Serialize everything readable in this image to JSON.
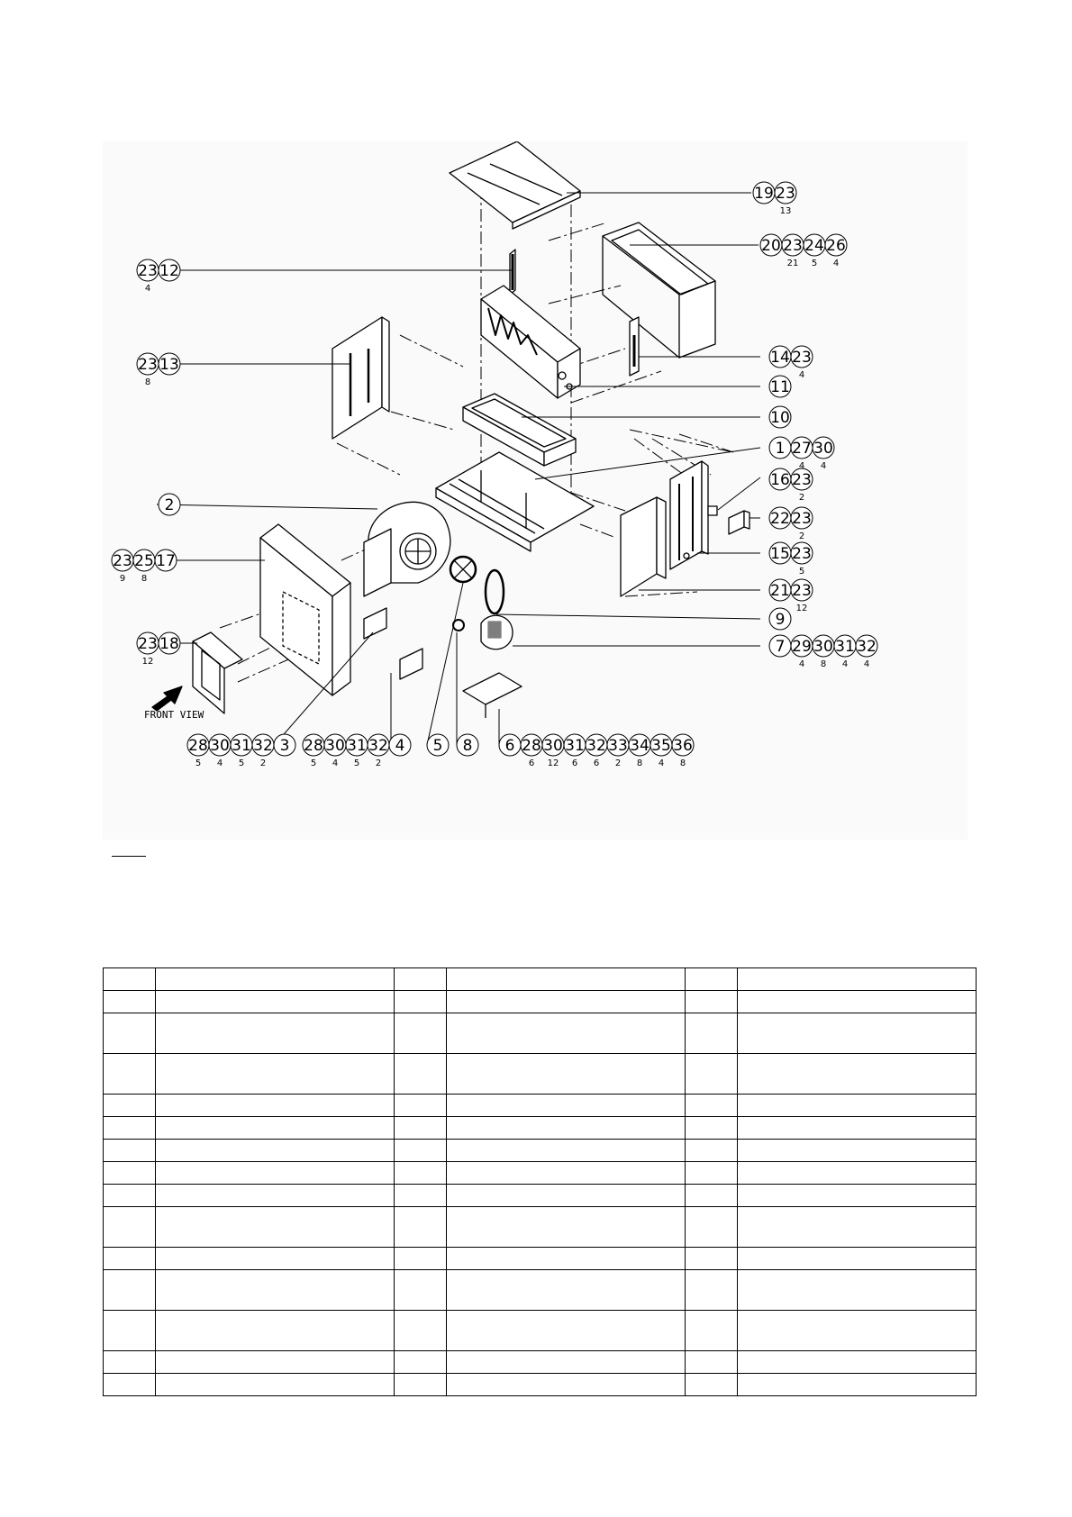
{
  "diagram": {
    "front_view_label": "FRONT VIEW",
    "callouts": [
      {
        "id": "c19",
        "items": [
          {
            "n": "19",
            "q": ""
          },
          {
            "n": "23",
            "q": "13"
          }
        ]
      },
      {
        "id": "c20",
        "items": [
          {
            "n": "20",
            "q": ""
          },
          {
            "n": "23",
            "q": "21"
          },
          {
            "n": "24",
            "q": "5"
          },
          {
            "n": "26",
            "q": "4"
          }
        ]
      },
      {
        "id": "c12",
        "items": [
          {
            "n": "23",
            "q": "4"
          },
          {
            "n": "12",
            "q": ""
          }
        ]
      },
      {
        "id": "c13",
        "items": [
          {
            "n": "23",
            "q": "8"
          },
          {
            "n": "13",
            "q": ""
          }
        ]
      },
      {
        "id": "c14",
        "items": [
          {
            "n": "14",
            "q": ""
          },
          {
            "n": "23",
            "q": "4"
          }
        ]
      },
      {
        "id": "c11",
        "items": [
          {
            "n": "11",
            "q": ""
          }
        ]
      },
      {
        "id": "c10",
        "items": [
          {
            "n": "10",
            "q": ""
          }
        ]
      },
      {
        "id": "c1",
        "items": [
          {
            "n": "1",
            "q": ""
          },
          {
            "n": "27",
            "q": "4"
          },
          {
            "n": "30",
            "q": "4"
          }
        ]
      },
      {
        "id": "c16",
        "items": [
          {
            "n": "16",
            "q": ""
          },
          {
            "n": "23",
            "q": "2"
          }
        ]
      },
      {
        "id": "c2",
        "items": [
          {
            "n": "2",
            "q": ""
          }
        ]
      },
      {
        "id": "c22",
        "items": [
          {
            "n": "22",
            "q": ""
          },
          {
            "n": "23",
            "q": "2"
          }
        ]
      },
      {
        "id": "c17",
        "items": [
          {
            "n": "23",
            "q": "9"
          },
          {
            "n": "25",
            "q": "8"
          },
          {
            "n": "17",
            "q": ""
          }
        ]
      },
      {
        "id": "c15",
        "items": [
          {
            "n": "15",
            "q": ""
          },
          {
            "n": "23",
            "q": "5"
          }
        ]
      },
      {
        "id": "c21",
        "items": [
          {
            "n": "21",
            "q": ""
          },
          {
            "n": "23",
            "q": "12"
          }
        ]
      },
      {
        "id": "c9",
        "items": [
          {
            "n": "9",
            "q": ""
          }
        ]
      },
      {
        "id": "c18",
        "items": [
          {
            "n": "23",
            "q": "12"
          },
          {
            "n": "18",
            "q": ""
          }
        ]
      },
      {
        "id": "c7",
        "items": [
          {
            "n": "7",
            "q": ""
          },
          {
            "n": "29",
            "q": "4"
          },
          {
            "n": "30",
            "q": "8"
          },
          {
            "n": "31",
            "q": "4"
          },
          {
            "n": "32",
            "q": "4"
          }
        ]
      },
      {
        "id": "c3",
        "items": [
          {
            "n": "28",
            "q": "5"
          },
          {
            "n": "30",
            "q": "4"
          },
          {
            "n": "31",
            "q": "5"
          },
          {
            "n": "32",
            "q": "2"
          },
          {
            "n": "3",
            "q": ""
          }
        ]
      },
      {
        "id": "c4",
        "items": [
          {
            "n": "28",
            "q": "5"
          },
          {
            "n": "30",
            "q": "4"
          },
          {
            "n": "31",
            "q": "5"
          },
          {
            "n": "32",
            "q": "2"
          },
          {
            "n": "4",
            "q": ""
          }
        ]
      },
      {
        "id": "c5",
        "items": [
          {
            "n": "5",
            "q": ""
          }
        ]
      },
      {
        "id": "c8",
        "items": [
          {
            "n": "8",
            "q": ""
          }
        ]
      },
      {
        "id": "c6",
        "items": [
          {
            "n": "6",
            "q": ""
          },
          {
            "n": "28",
            "q": "6"
          },
          {
            "n": "30",
            "q": "12"
          },
          {
            "n": "31",
            "q": "6"
          },
          {
            "n": "32",
            "q": "6"
          },
          {
            "n": "33",
            "q": "2"
          },
          {
            "n": "34",
            "q": "8"
          },
          {
            "n": "35",
            "q": "4"
          },
          {
            "n": "36",
            "q": "8"
          }
        ]
      }
    ]
  },
  "parts_table": {
    "row_count": 15,
    "tall_rows": [
      2,
      3,
      9,
      11,
      12
    ],
    "cells": []
  }
}
